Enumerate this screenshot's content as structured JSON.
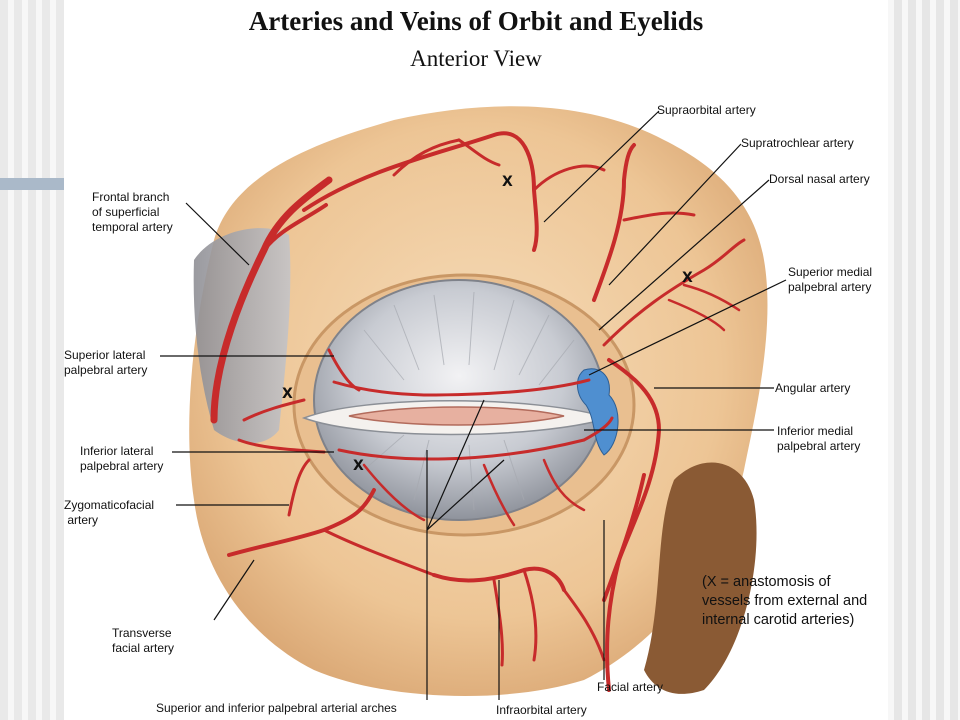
{
  "title": "Arteries and Veins of Orbit and Eyelids",
  "subtitle": "Anterior View",
  "labels": {
    "supraorbital": [
      "Supraorbital artery"
    ],
    "supratrochlear": [
      "Supratrochlear artery"
    ],
    "dorsal_nasal": [
      "Dorsal nasal artery"
    ],
    "frontal_branch": [
      "Frontal branch",
      "of superficial",
      "temporal artery"
    ],
    "superior_medial": [
      "Superior medial",
      "palpebral artery"
    ],
    "superior_lateral": [
      "Superior lateral",
      "palpebral artery"
    ],
    "angular": [
      "Angular artery"
    ],
    "inferior_medial": [
      "Inferior medial",
      "palpebral artery"
    ],
    "inferior_lateral": [
      "Inferior lateral",
      "palpebral artery"
    ],
    "zygomaticofacial": [
      "Zygomaticofacial",
      " artery"
    ],
    "transverse_facial": [
      "Transverse",
      "facial artery"
    ],
    "facial": [
      "Facial artery"
    ],
    "arches": [
      "Superior and inferior palpebral arterial arches"
    ],
    "infraorbital": [
      "Infraorbital artery"
    ]
  },
  "anastomosis": {
    "x1": "X",
    "x2": "X",
    "x3": "X",
    "x4": "X"
  },
  "legend": {
    "line1": "(X = anastomosis of",
    "line2": "vessels from external and",
    "line3": "internal carotid arteries)"
  },
  "colors": {
    "skin": "#efc9a0",
    "artery": "#c72b2b",
    "vein": "#4f8fd0",
    "eye": "#d4d6da",
    "dark_shadow": "#8a5a34"
  }
}
